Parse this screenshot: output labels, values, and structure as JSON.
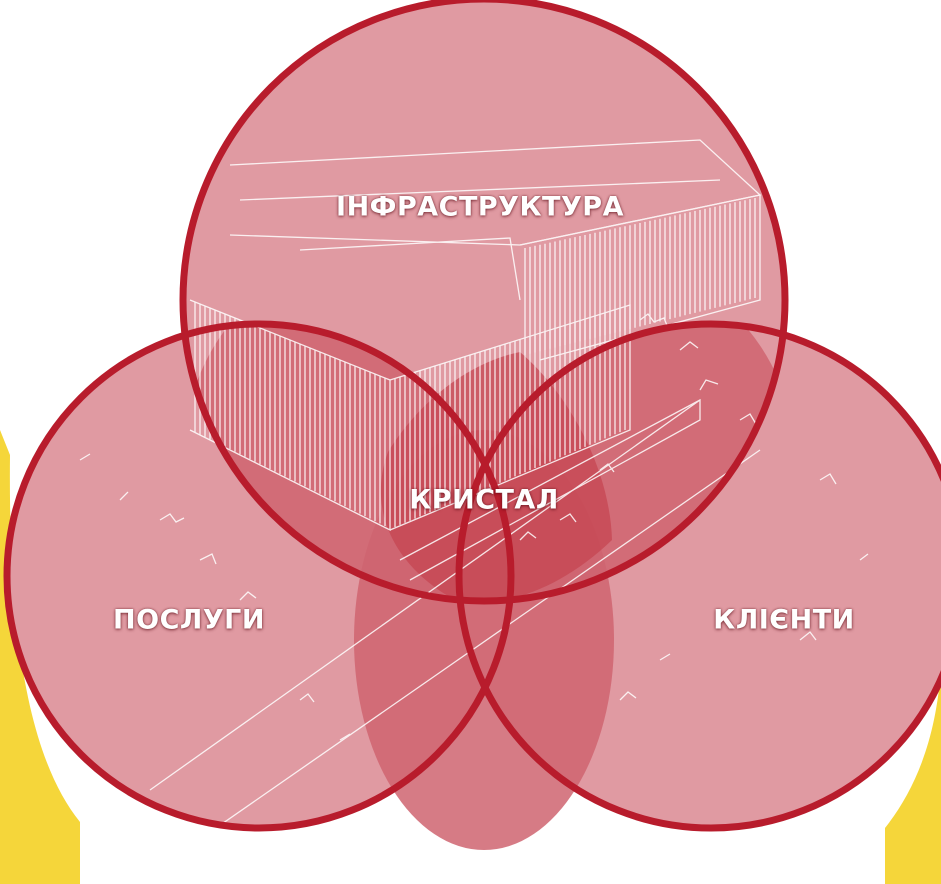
{
  "colors": {
    "background": "#ffffff",
    "accent_yellow": "#f5d63a",
    "circle_fill": "#e09aa2",
    "circle_stroke": "#b81c2c",
    "overlap_pair": "#cf6470",
    "overlap_center": "#c54652",
    "label_text": "#ffffff"
  },
  "diagram": {
    "type": "venn-3",
    "center_label": "КРИСТАЛ",
    "sets": [
      {
        "key": "infrastructure",
        "label": "ІНФРАСТРУКТУРА",
        "position": "top"
      },
      {
        "key": "services",
        "label": "ПОСЛУГИ",
        "position": "bottom-left"
      },
      {
        "key": "clients",
        "label": "КЛІЄНТИ",
        "position": "bottom-right"
      }
    ],
    "background_image": "line-art-building-icon"
  }
}
